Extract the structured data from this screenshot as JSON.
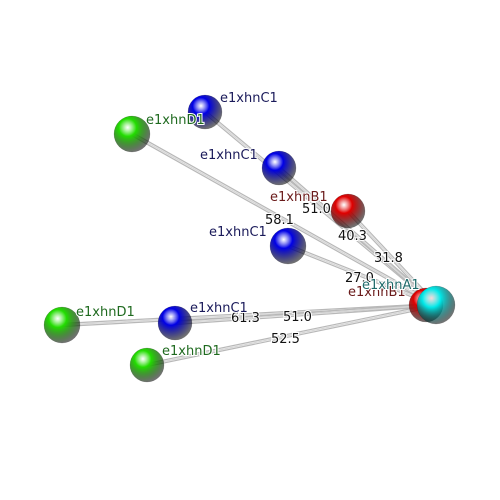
{
  "colors": {
    "C": "#0000e6",
    "D": "#22dd00",
    "B": "#e00000",
    "A": "#00e8e8",
    "label_C": "#1a1a5a",
    "label_D": "#1f6a1f",
    "label_B": "#6a1a1a",
    "label_A": "#1f6a6a",
    "bond": "#b8b8b8"
  },
  "atoms": [
    {
      "id": "c1",
      "type": "C",
      "label": "e1xhnC1"
    },
    {
      "id": "d1",
      "type": "D",
      "label": "e1xhnD1"
    },
    {
      "id": "c2",
      "type": "C",
      "label": "e1xhnC1"
    },
    {
      "id": "b1",
      "type": "B",
      "label": "e1xhnB1"
    },
    {
      "id": "c3",
      "type": "C",
      "label": "e1xhnC1"
    },
    {
      "id": "b2",
      "type": "B",
      "label": "e1xhnB1"
    },
    {
      "id": "a1",
      "type": "A",
      "label": "e1xhnA1"
    },
    {
      "id": "d2",
      "type": "D",
      "label": "e1xhnD1"
    },
    {
      "id": "c4",
      "type": "C",
      "label": "e1xhnC1"
    },
    {
      "id": "d3",
      "type": "D",
      "label": "e1xhnD1"
    }
  ],
  "distances": [
    {
      "from": "c1",
      "to": "a1",
      "value": "51.0"
    },
    {
      "from": "d1",
      "to": "a1",
      "value": "58.1"
    },
    {
      "from": "c2",
      "to": "a1",
      "value": "31.8"
    },
    {
      "from": "b1",
      "to": "a1",
      "value": "40.3"
    },
    {
      "from": "c3",
      "to": "a1",
      "value": "27.0"
    },
    {
      "from": "d2",
      "to": "a1",
      "value": "61.3"
    },
    {
      "from": "c4",
      "to": "a1",
      "value": "51.0"
    },
    {
      "from": "d3",
      "to": "a1",
      "value": "52.5"
    }
  ]
}
